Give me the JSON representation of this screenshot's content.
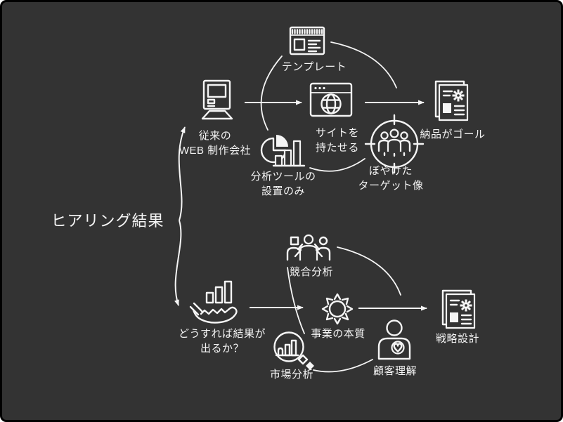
{
  "diagram": {
    "colors": {
      "background": "#333333",
      "border": "#000000",
      "ink": "#f5f5f5"
    },
    "lead_label": "ヒアリング結果",
    "top_cycle": {
      "input": {
        "label_line1": "従来の",
        "label_line2": "WEB 制作会社",
        "icon": "desktop-computer-icon"
      },
      "hub": {
        "label_line1": "サイトを",
        "label_line2": "持たせる",
        "icon": "browser-globe-icon"
      },
      "output": {
        "label": "納品がゴール",
        "icon": "document-gear-icon"
      },
      "top_node": {
        "label": "テンプレート",
        "icon": "template-browser-icon"
      },
      "left_node": {
        "label_line1": "分析ツールの",
        "label_line2": "設置のみ",
        "icon": "pie-bar-chart-icon"
      },
      "right_node": {
        "label_line1": "ぼやけた",
        "label_line2": "ターゲット像",
        "icon": "target-people-icon"
      }
    },
    "bottom_cycle": {
      "input": {
        "label_line1": "どうすれば結果が",
        "label_line2": "出るか？",
        "icon": "hand-chart-icon"
      },
      "hub": {
        "label": "事業の本質",
        "icon": "sun-icon"
      },
      "output": {
        "label": "戦略設計",
        "icon": "document-gear-icon"
      },
      "top_node": {
        "label": "競合分析",
        "icon": "people-group-icon"
      },
      "left_node": {
        "label": "市場分析",
        "icon": "magnifier-chart-icon"
      },
      "right_node": {
        "label": "顧客理解",
        "icon": "person-heart-icon"
      }
    }
  }
}
